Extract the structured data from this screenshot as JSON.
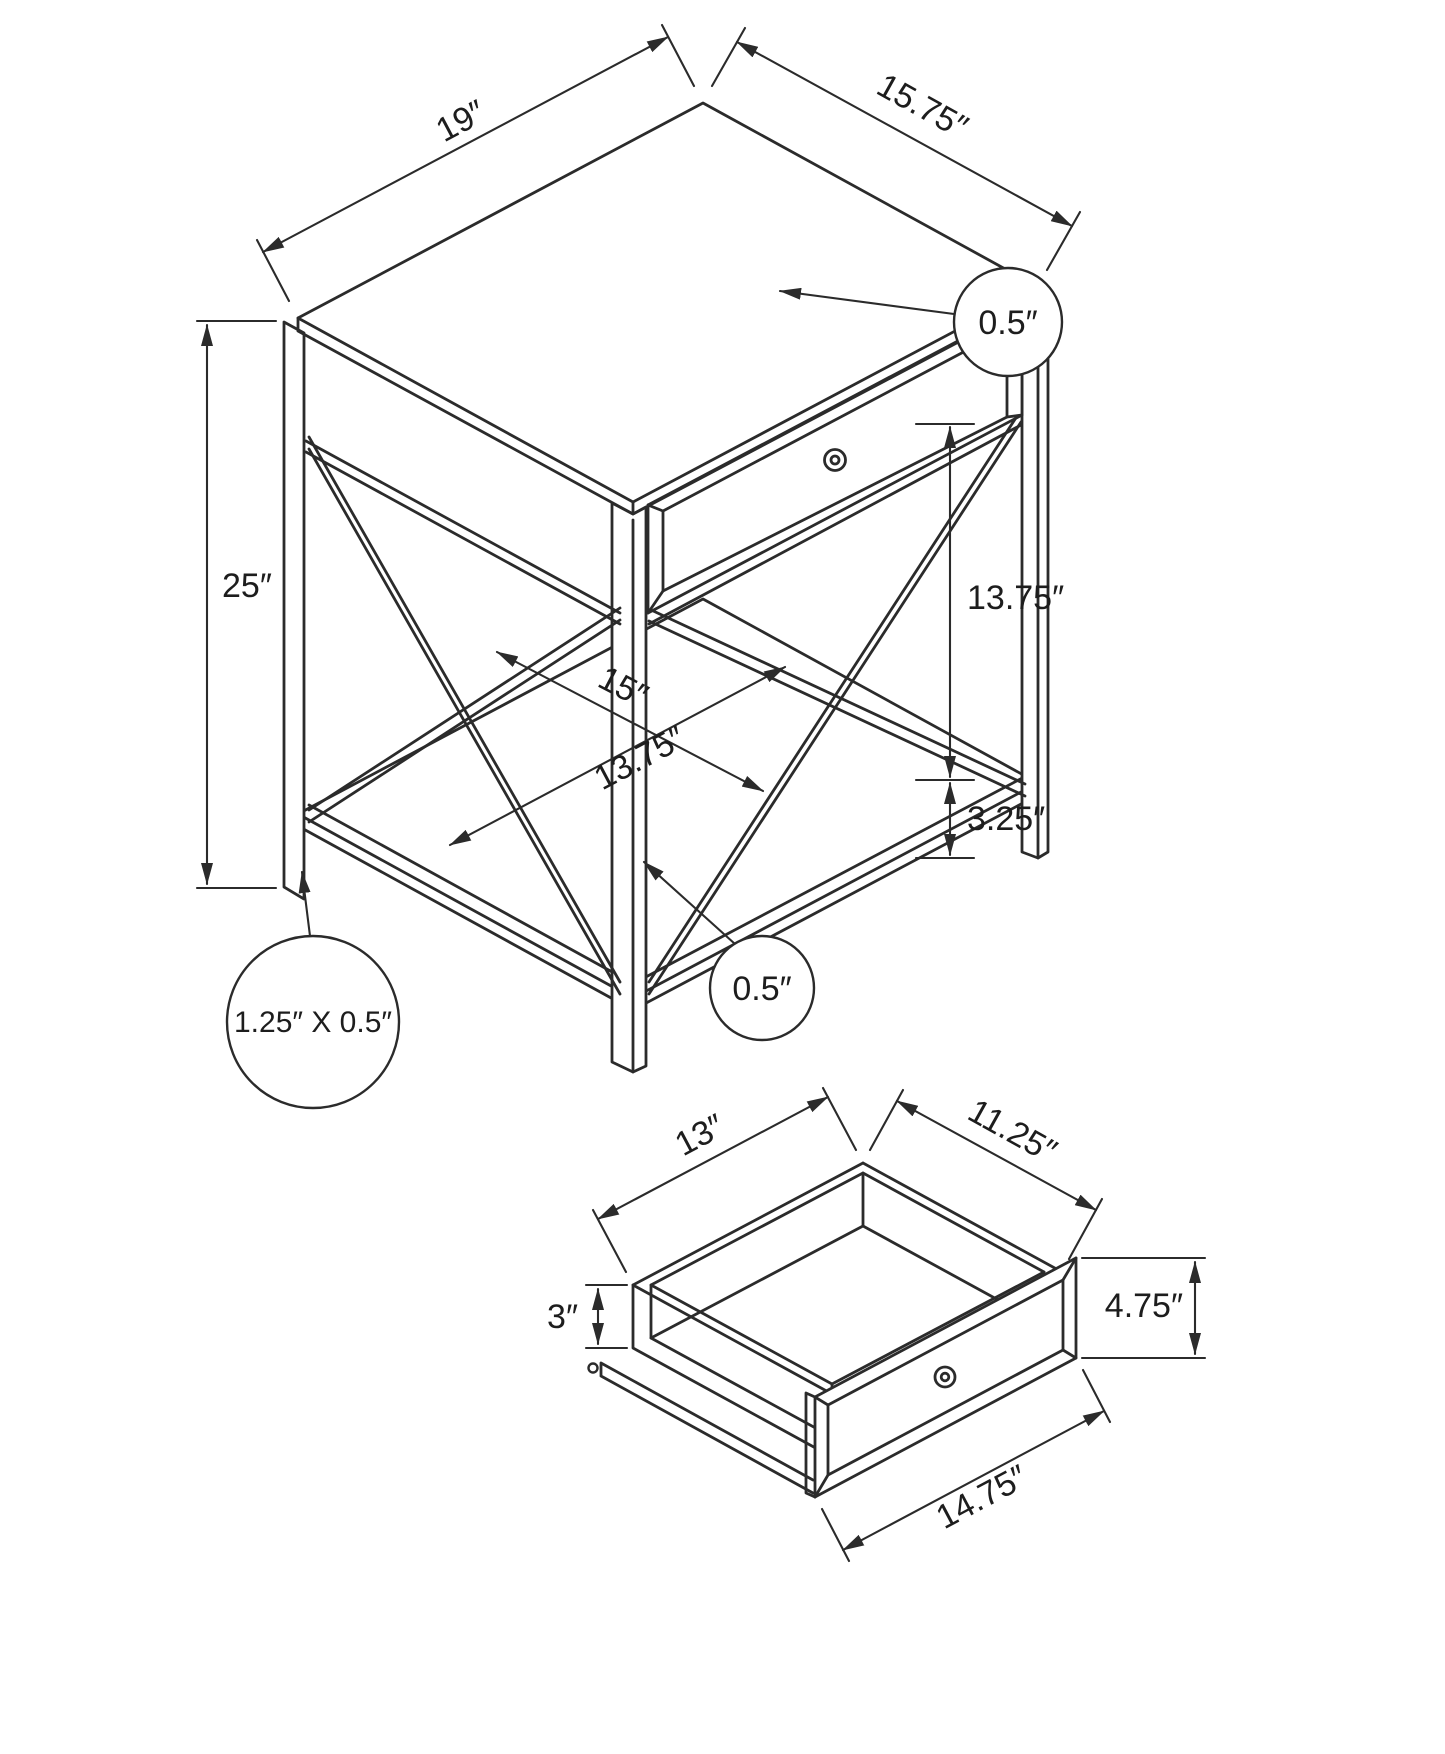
{
  "table": {
    "top_width": "19″",
    "top_depth": "15.75″",
    "top_thickness": "0.5″",
    "height": "25″",
    "apron_to_shelf": "13.75″",
    "shelf_length": "15″",
    "shelf_width": "13.75″",
    "shelf_clearance": "3.25″",
    "shelf_thickness": "0.5″",
    "leg_section": "1.25″ X 0.5″"
  },
  "drawer": {
    "box_width": "13″",
    "box_depth": "11.25″",
    "side_height": "3″",
    "front_height": "4.75″",
    "front_width": "14.75″"
  },
  "colors": {
    "line": "#2b2b2b",
    "background": "#ffffff"
  }
}
